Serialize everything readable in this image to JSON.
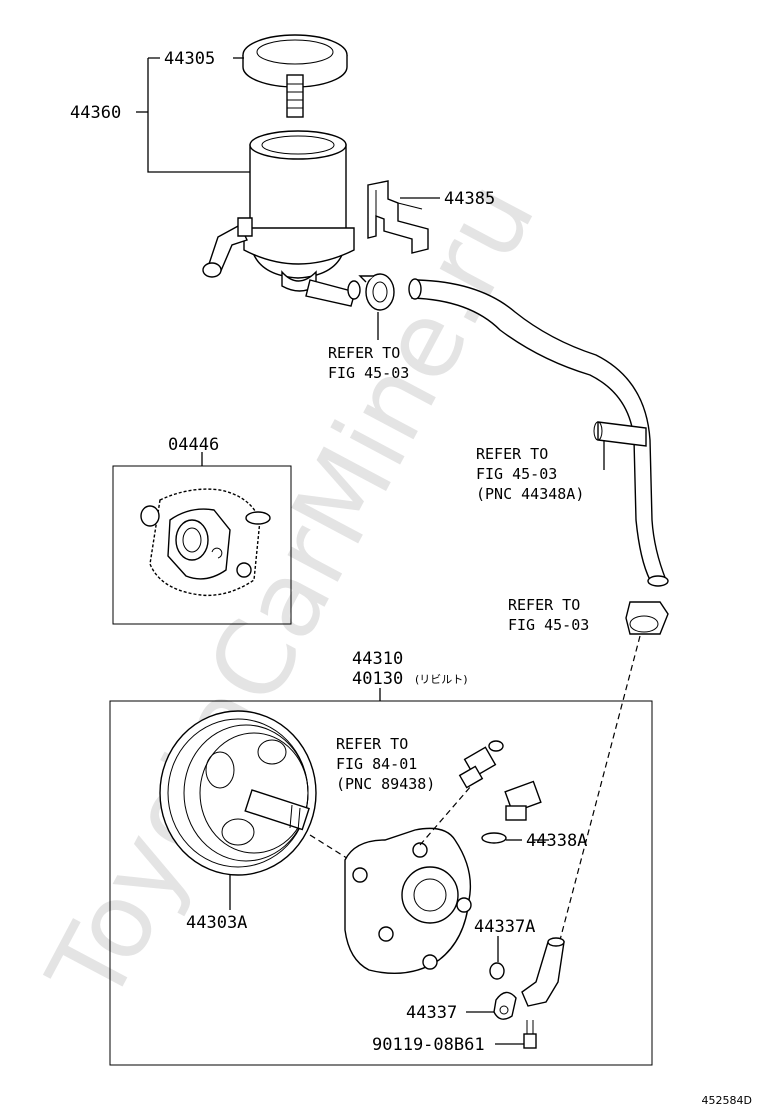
{
  "watermark": "ToyotaCarMine.ru",
  "diagram_code": "452584D",
  "labels": {
    "p44305": "44305",
    "p44360": "44360",
    "p44385": "44385",
    "p04446": "04446",
    "p44310": "44310",
    "p40130": "40130",
    "p40130_note": "(リビルト)",
    "p44303A": "44303A",
    "p44338A": "44338A",
    "p44337A": "44337A",
    "p44337": "44337",
    "p90119": "90119-08B61"
  },
  "refs": {
    "r1": {
      "line1": "REFER TO",
      "line2": "FIG 45-03"
    },
    "r2": {
      "line1": "REFER TO",
      "line2": "FIG 45-03",
      "line3": "(PNC 44348A)"
    },
    "r3": {
      "line1": "REFER TO",
      "line2": "FIG 45-03"
    },
    "r4": {
      "line1": "REFER TO",
      "line2": "FIG 84-01",
      "line3": "(PNC 89438)"
    }
  }
}
